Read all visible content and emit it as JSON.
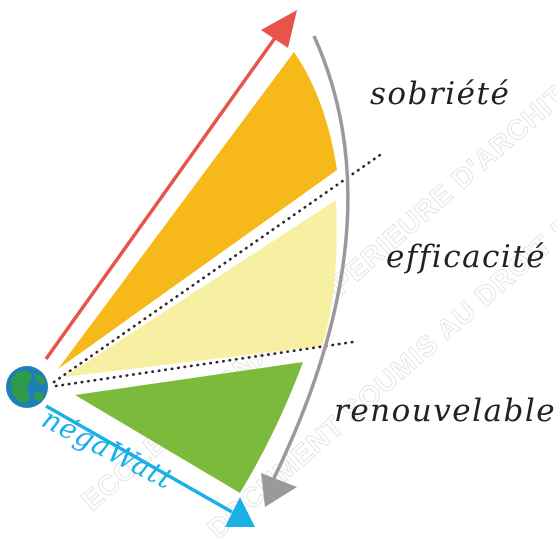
{
  "labels": {
    "sobriete": "sobriété",
    "efficacite": "efficacité",
    "renouvelables": "renouvelables",
    "brand": "négaWatt"
  },
  "watermark": {
    "line1": "ECOLE NATIONALE SUPERIEURE D'ARCHITECTURE",
    "line2": "DOCUMENT SOUMIS AU DROIT D'AUTEUR"
  },
  "colors": {
    "sobriete": "#f7b91a",
    "efficacite": "#f7f0a2",
    "renouvelables": "#7cba3c",
    "red_arrow": "#e8544b",
    "blue_arrow": "#1ab0e6",
    "gray_arrow": "#9a9a9a"
  }
}
